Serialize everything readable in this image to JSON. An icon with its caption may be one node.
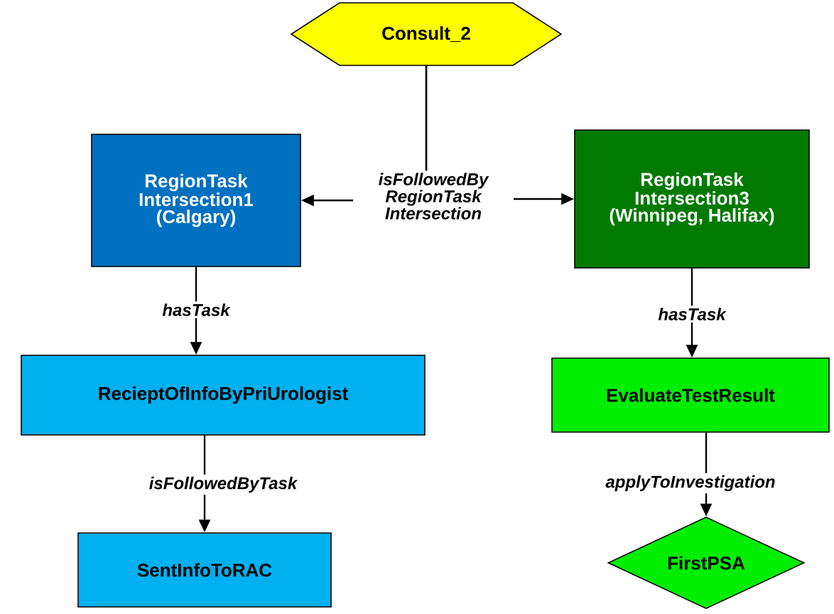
{
  "diagram": {
    "nodes": [
      {
        "text": [
          "Consult_2"
        ]
      },
      {
        "text": [
          "RegionTask Intersection1 (Calgary)"
        ]
      },
      {
        "text": [
          "RegionTask Intersection3 (Winnipeg, Halifax)"
        ]
      },
      {
        "text": [
          "RecieptOfInfoByPriUrologist"
        ]
      },
      {
        "text": [
          "SentInfoToRAC"
        ]
      },
      {
        "text": [
          "EvaluateTestResult"
        ]
      },
      {
        "text": [
          "FirstPSA"
        ]
      }
    ],
    "edges": [
      {
        "from": 0,
        "to": 1,
        "arrow": "to",
        "label": "isFollowedBy RegionTask Intersection"
      },
      {
        "from": 0,
        "to": 2,
        "arrow": "to"
      },
      {
        "from": 1,
        "to": 3,
        "arrow": "to",
        "label": "hasTask"
      },
      {
        "from": 3,
        "to": 4,
        "arrow": "to",
        "label": "isFollowedByTask"
      },
      {
        "from": 2,
        "to": 5,
        "arrow": "to",
        "label": "hasTask"
      },
      {
        "from": 5,
        "to": 6,
        "arrow": "to",
        "label": "applyToInvestigation"
      }
    ]
  }
}
